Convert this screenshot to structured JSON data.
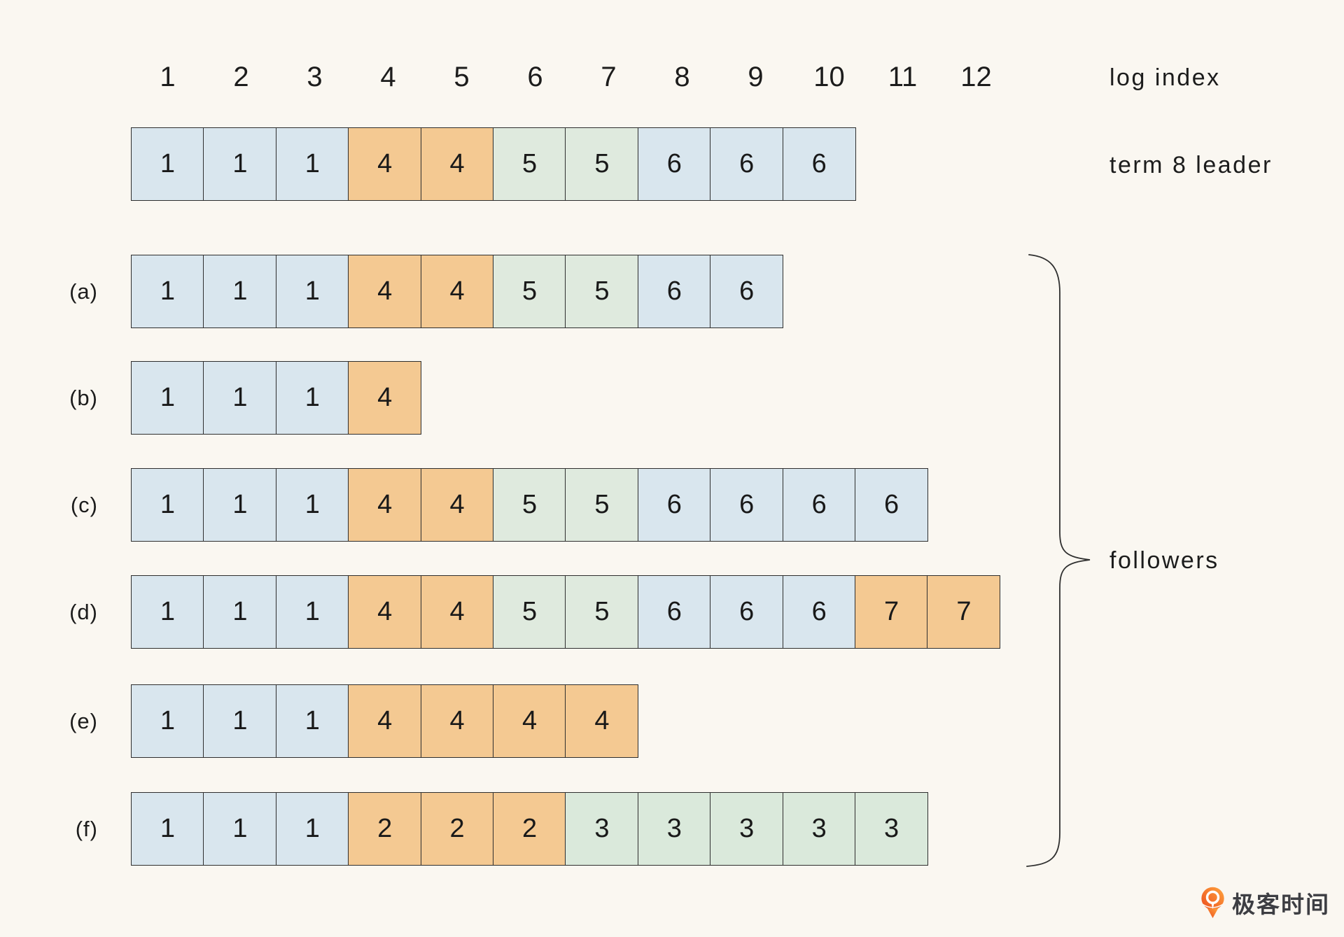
{
  "header": {
    "label": "log index",
    "log_indices": [
      "1",
      "2",
      "3",
      "4",
      "5",
      "6",
      "7",
      "8",
      "9",
      "10",
      "11",
      "12"
    ]
  },
  "leader": {
    "label": "term 8 leader",
    "terms": [
      "1",
      "1",
      "1",
      "4",
      "4",
      "5",
      "5",
      "6",
      "6",
      "6"
    ]
  },
  "followers": {
    "brace_label": "followers",
    "rows": [
      {
        "label": "(a)",
        "terms": [
          "1",
          "1",
          "1",
          "4",
          "4",
          "5",
          "5",
          "6",
          "6"
        ]
      },
      {
        "label": "(b)",
        "terms": [
          "1",
          "1",
          "1",
          "4"
        ]
      },
      {
        "label": "(c)",
        "terms": [
          "1",
          "1",
          "1",
          "4",
          "4",
          "5",
          "5",
          "6",
          "6",
          "6",
          "6"
        ]
      },
      {
        "label": "(d)",
        "terms": [
          "1",
          "1",
          "1",
          "4",
          "4",
          "5",
          "5",
          "6",
          "6",
          "6",
          "7",
          "7"
        ]
      },
      {
        "label": "(e)",
        "terms": [
          "1",
          "1",
          "1",
          "4",
          "4",
          "4",
          "4"
        ]
      },
      {
        "label": "(f)",
        "terms": [
          "1",
          "1",
          "1",
          "2",
          "2",
          "2",
          "3",
          "3",
          "3",
          "3",
          "3"
        ]
      }
    ]
  },
  "colors": {
    "background": "#faf7f1",
    "cell_border": "#2e2e2e",
    "text": "#1c1c1c",
    "term_fill": {
      "1": "#d9e6ee",
      "2": "#f4c992",
      "3": "#dae9db",
      "4": "#f4c992",
      "5": "#dfeade",
      "6": "#d9e6ee",
      "7": "#f4c992"
    },
    "logo_orange_light": "#ffa53e",
    "logo_orange_dark": "#ec4c1d",
    "logo_text_color": "#3d3e43"
  },
  "logo": {
    "icon": "geektime-pin-icon",
    "text": "极客时间"
  }
}
